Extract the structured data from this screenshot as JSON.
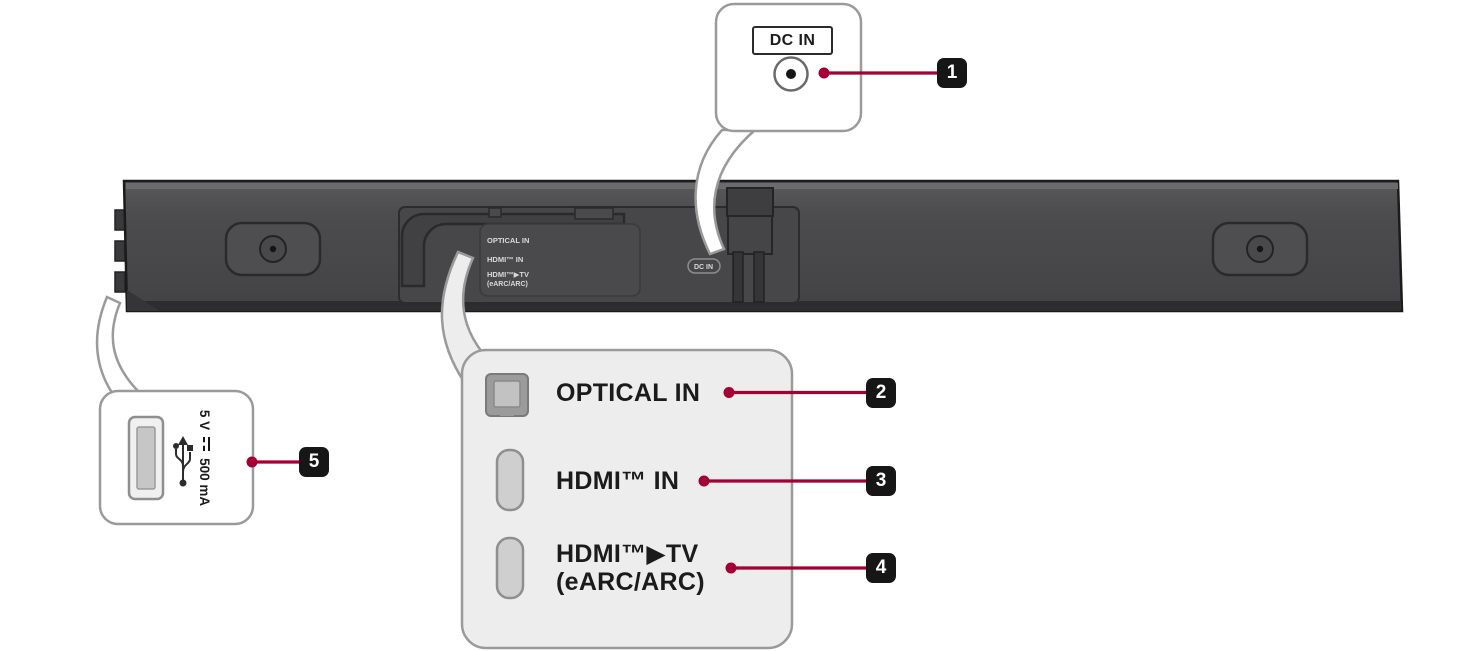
{
  "colors": {
    "accent": "#a50034",
    "badge-bg": "#161616",
    "outline": "#9a9a9a",
    "callout-fill": "#ededed"
  },
  "callout_dc": {
    "badge": "1",
    "label": "DC IN"
  },
  "callout_ports": {
    "optical": {
      "badge": "2",
      "label": "OPTICAL IN"
    },
    "hdmi_in": {
      "badge": "3",
      "label": "HDMI™ IN"
    },
    "hdmi_tv": {
      "badge": "4",
      "label": "HDMI™▶TV",
      "label2": "(eARC/ARC)"
    }
  },
  "callout_usb": {
    "badge": "5",
    "label_v": "5 V",
    "label_sym": "⎓",
    "label_ma": "500 mA"
  },
  "bar_labels": {
    "optical": "OPTICAL IN",
    "hdmi_in": "HDMI™ IN",
    "hdmi_tv": "HDMI™▶TV",
    "hdmi_tv2": "(eARC/ARC)",
    "dc": "DC IN"
  }
}
